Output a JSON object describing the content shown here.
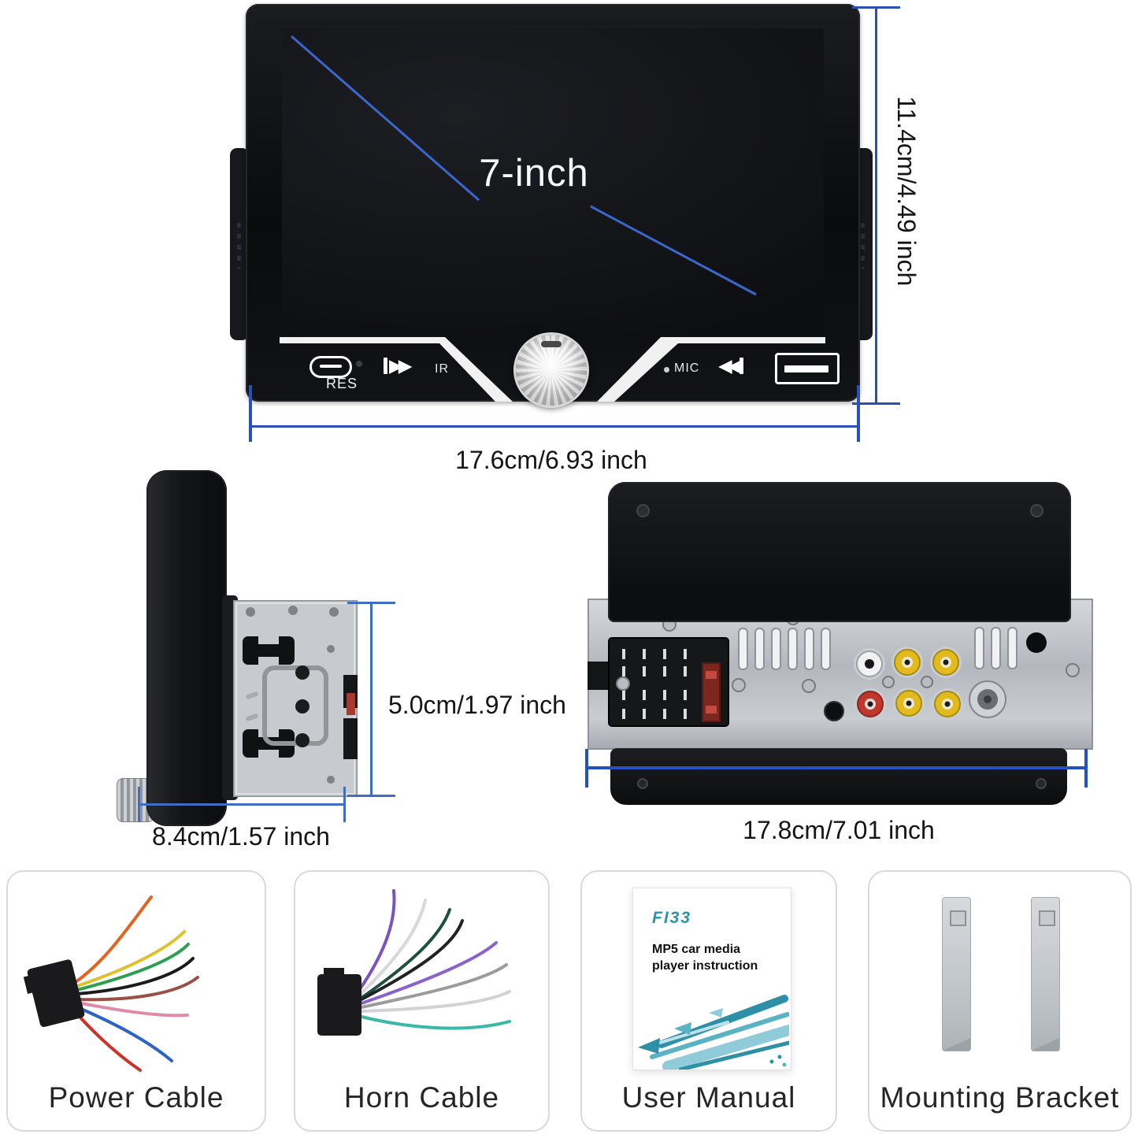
{
  "front_view": {
    "screen_label": "7-inch",
    "height_dim": "11.4cm/4.49 inch",
    "width_dim": "17.6cm/6.93 inch",
    "res_label": "RES",
    "ir_label": "IR",
    "mic_label": "MIC",
    "fast_forward_glyph": "▶▶",
    "rewind_glyph": "◀◀"
  },
  "side_view": {
    "height_dim": "5.0cm/1.97 inch",
    "depth_dim": "8.4cm/1.57 inch"
  },
  "rear_view": {
    "width_dim": "17.8cm/7.01 inch"
  },
  "accessories": [
    {
      "label": "Power Cable"
    },
    {
      "label": "Horn Cable"
    },
    {
      "label": "User Manual",
      "brand": "FI33",
      "manual_title": "MP5 car media player instruction"
    },
    {
      "label": "Mounting Bracket"
    }
  ],
  "colors": {
    "dimension_line": "#2a50b4",
    "dimension_line_light": "#3e6dc4",
    "screen_diagonal": "#3a67cd",
    "manual_teal": "#2d93a8"
  }
}
